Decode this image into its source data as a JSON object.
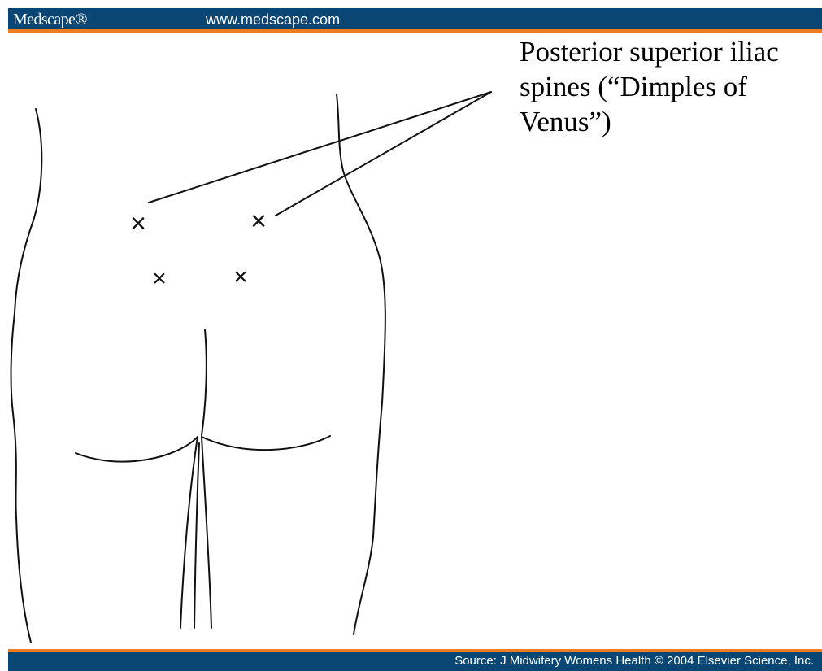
{
  "header": {
    "brand": "Medscape®",
    "url": "www.medscape.com",
    "bar_color": "#0a4673",
    "accent_color": "#ef7c1e"
  },
  "figure": {
    "callout_lines": [
      "Posterior superior iliac",
      "spines (“Dimples of",
      "Venus”)"
    ],
    "marker_glyph": "×"
  },
  "footer": {
    "source": "Source: J Midwifery Womens Health © 2004 Elsevier Science, Inc."
  }
}
